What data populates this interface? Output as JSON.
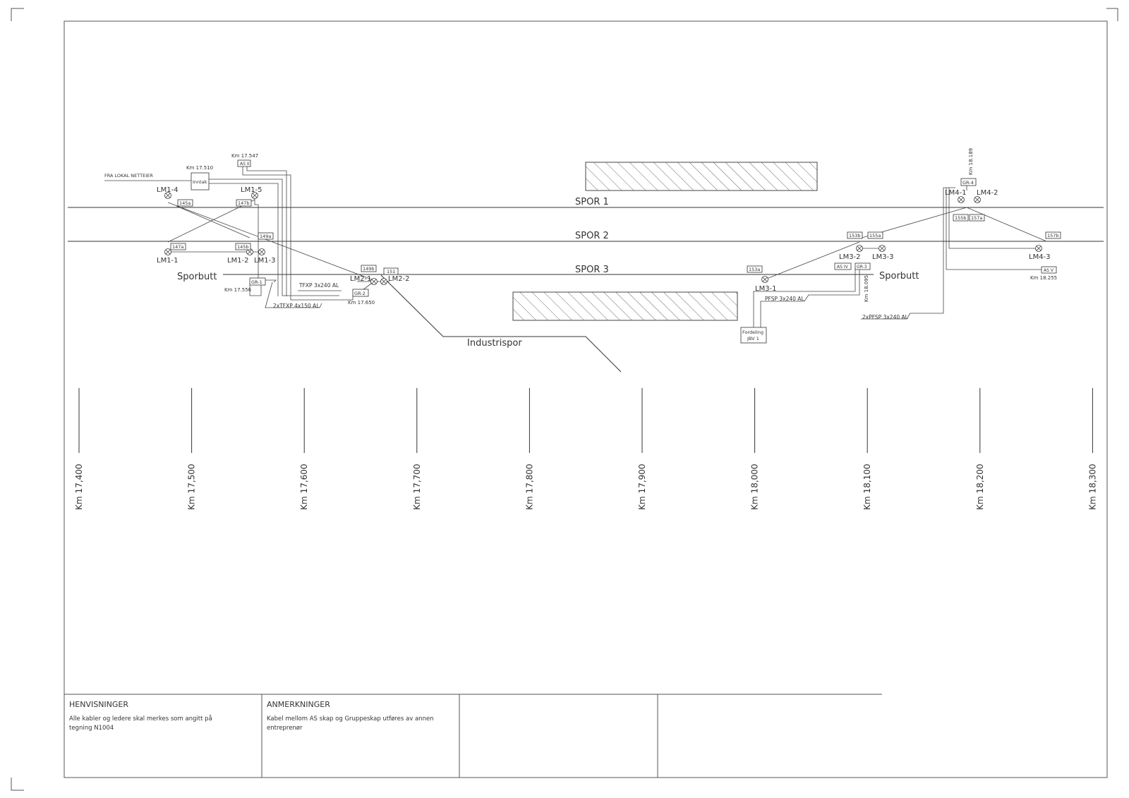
{
  "tracks": {
    "spor1": "SPOR 1",
    "spor2": "SPOR 2",
    "spor3": "SPOR 3",
    "sporbutt_left": "Sporbutt",
    "sporbutt_right": "Sporbutt",
    "industrispor": "Industrispor"
  },
  "supply": {
    "from_label": "FRA LOKAL NETTEIER",
    "inntak_label": "Inntak",
    "inntak_km": "Km 17.510",
    "asii_label": "AS II",
    "asii_km": "Km 17.547"
  },
  "lamps": {
    "lm1_1": "LM1-1",
    "lm1_2": "LM1-2",
    "lm1_3": "LM1-3",
    "lm1_4": "LM1-4",
    "lm1_5": "LM1-5",
    "lm2_1": "LM2-1",
    "lm2_2": "LM2-2",
    "lm3_1": "LM3-1",
    "lm3_2": "LM3-2",
    "lm3_3": "LM3-3",
    "lm4_1": "LM4-1",
    "lm4_2": "LM4-2",
    "lm4_3": "LM4-3"
  },
  "cables": {
    "c145a": "145a",
    "c147b": "147b",
    "c149a": "149a",
    "c147a": "147a",
    "c145b": "145b",
    "c149b": "149b",
    "c151": "151",
    "c153a": "153a",
    "c153b": "153b",
    "c155a": "155a",
    "c155b": "155b",
    "c157a": "157a",
    "c157b": "157b"
  },
  "groups": {
    "gr1": "GR-1",
    "gr1_km": "Km 17.556",
    "gr2": "GR-2",
    "gr2_km": "Km 17.650",
    "gr3": "GR-3",
    "gr3_km": "Km 18.095",
    "gr4": "GR-4",
    "gr4_km": "Km 18.189",
    "asiv": "AS IV",
    "asv": "AS V",
    "asv_km": "Km 18.255",
    "fordeling_1": "Fordeling",
    "fordeling_2": "JBV 1"
  },
  "cable_specs": {
    "tfxp240": "TFXP 3x240 AL",
    "tfxp150": "2xTFXP 4x150 AL",
    "pfsp240": "PFSP 3x240 AL",
    "pfsp240x2": "2xPFSP 3x240 AL"
  },
  "km_scale": [
    "Km 17,400",
    "Km 17,500",
    "Km 17,600",
    "Km 17,700",
    "Km 17,800",
    "Km 17,900",
    "Km 18,000",
    "Km 18,100",
    "Km 18,200",
    "Km 18,300"
  ],
  "notes": {
    "henvisninger_title": "HENVISNINGER",
    "henvisninger_line1": "Alle kabler og ledere skal merkes som angitt på",
    "henvisninger_line2": "tegning N1004",
    "anmerkninger_title": "ANMERKNINGER",
    "anmerkninger_line1": "Kabel mellom AS skap og Gruppeskap utføres av annen",
    "anmerkninger_line2": "entreprenør"
  }
}
